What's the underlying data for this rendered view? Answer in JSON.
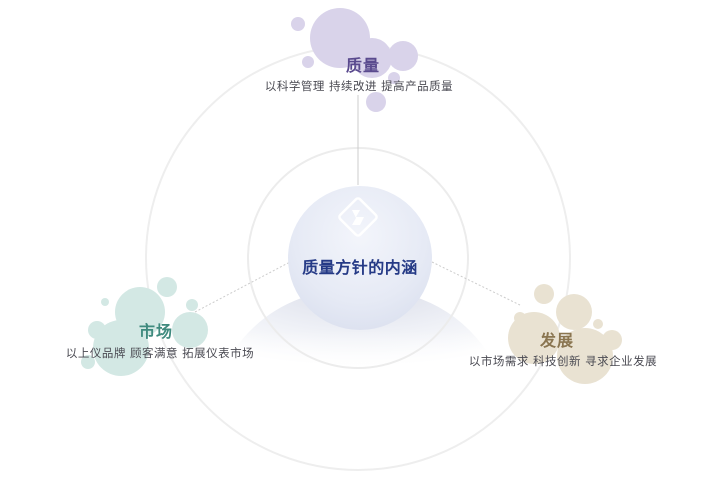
{
  "center": {
    "title": "质量方针的内涵"
  },
  "nodes": [
    {
      "key": "quality",
      "title": "质量",
      "subtitle": "以科学管理  持续改进  提高产品质量",
      "color": "#5a4a8e"
    },
    {
      "key": "market",
      "title": "市场",
      "subtitle": "以上仪品牌  顾客满意  拓展仪表市场",
      "color": "#3f8a7e"
    },
    {
      "key": "development",
      "title": "发展",
      "subtitle": "以市场需求  科技创新  寻求企业发展",
      "color": "#8a7550"
    }
  ],
  "icons": {
    "center": "logo-icon"
  }
}
